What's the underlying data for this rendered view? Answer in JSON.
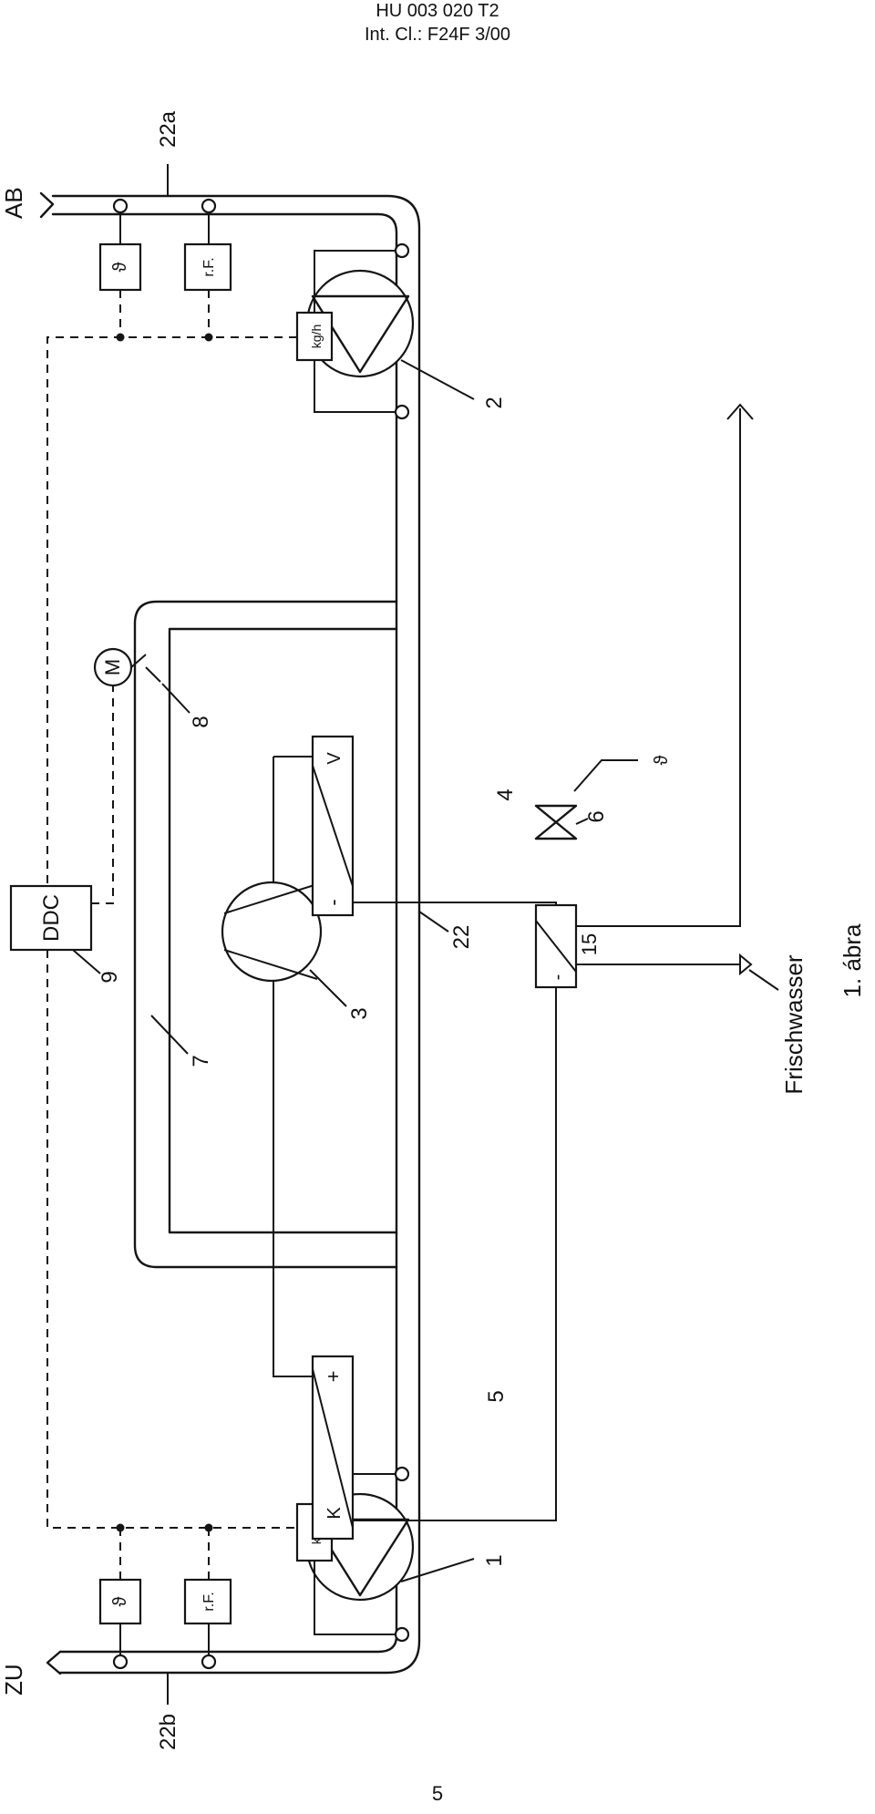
{
  "header": {
    "doc_number": "HU 003 020 T2",
    "classification": "Int. Cl.: F24F 3/00"
  },
  "labels": {
    "exhaust": "AB",
    "exhaust_duct": "22a",
    "supply": "ZU",
    "supply_duct": "22b",
    "fan_exhaust": "2",
    "fan_supply": "1",
    "compressor": "3",
    "condenser": "5",
    "evaporator": "4",
    "valve": "6",
    "bypass": "7",
    "damper": "8",
    "controller_ref": "9",
    "duct": "22",
    "freshwater_hx": "15",
    "freshwater": "Frischwasser",
    "figure": "1. ábra"
  },
  "boxes": {
    "ddc": "DDC",
    "motor": "M",
    "temp_symbol": "ϑ",
    "humidity": "r.F.",
    "flow": "kg/h",
    "evap_v": "V",
    "evap_minus": "-",
    "cond_plus": "+",
    "cond_k": "K",
    "fw_minus": "-"
  },
  "page_number": "5"
}
